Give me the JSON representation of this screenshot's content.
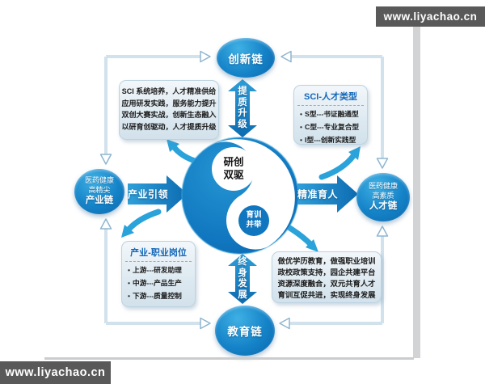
{
  "watermarks": {
    "top": "www.liyachao.cn",
    "bottom": "www.liyachao.cn"
  },
  "center": {
    "upper_label": "研创双驱",
    "lower_label": "育训并举"
  },
  "nodes": {
    "top": {
      "label": "创新链"
    },
    "bottom": {
      "label": "教育链"
    },
    "left": {
      "line1": "医药健康",
      "line2": "高精尖",
      "line3": "产业链"
    },
    "right": {
      "line1": "医药健康",
      "line2": "高素质",
      "line3": "人才链"
    }
  },
  "arrows": {
    "top_vertical": "提质升级",
    "bottom_vertical": "终身发展",
    "left_horizontal": "产业引领",
    "right_horizontal": "精准育人"
  },
  "boxes": {
    "top_left": {
      "line1": "SCI 系统培养，人才精准供给",
      "line2": "应用研发实践，服务能力提升",
      "line3": "双创大赛实战，创新生态融入",
      "line4": "以研育创驱动，人才提质升级"
    },
    "top_right": {
      "title": "SCI-人才类型",
      "item1": "S型---书证融通型",
      "item2": "C型---专业复合型",
      "item3": "I型---创新实践型"
    },
    "bottom_left": {
      "title": "产业-职业岗位",
      "item1": "上游---研发助理",
      "item2": "中游---产品生产",
      "item3": "下游---质量控制"
    },
    "bottom_right": {
      "line1": "做优学历教育，做强职业培训",
      "line2": "政校政策支持，园企共建平台",
      "line3": "资源深度融合，双元共育人才",
      "line4": "育训互促共进，实现终身发展"
    }
  },
  "colors": {
    "primary_blue": "#1076bf",
    "bright_blue": "#2aa2da",
    "bar_grey": "#595959",
    "title_blue": "#1467b8"
  }
}
